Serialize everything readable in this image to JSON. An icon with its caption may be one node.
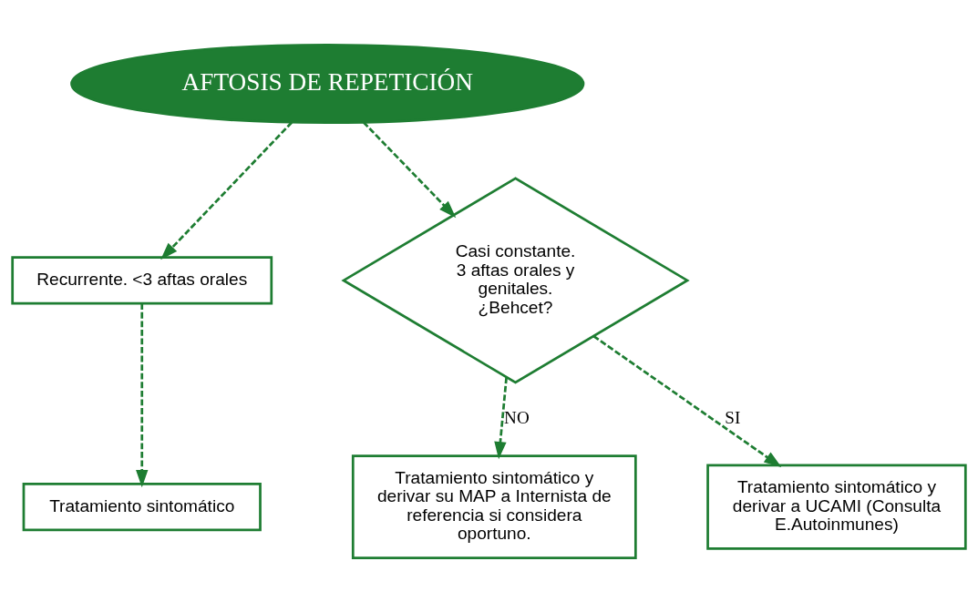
{
  "diagram": {
    "nodes": [
      {
        "text": [
          "AFTOSIS DE REPETICIÓN"
        ]
      },
      {
        "text": [
          "Recurrente. <3 aftas orales"
        ]
      },
      {
        "text": [
          "Tratamiento sintomático"
        ]
      },
      {
        "text": [
          "Casi constante. 3 aftas orales y genitales. ¿Behcet?"
        ]
      },
      {
        "text": [
          "Tratamiento sintomático y derivar su MAP a Internista de referencia si considera oportuno."
        ]
      },
      {
        "text": [
          "Tratamiento sintomático y derivar a UCAMI (Consulta E.Autoinmunes)"
        ]
      }
    ],
    "edges": [
      {
        "from": 0,
        "to": 1,
        "arrow": "to",
        "style": "dashed"
      },
      {
        "from": 0,
        "to": 3,
        "arrow": "to",
        "style": "dashed"
      },
      {
        "from": 1,
        "to": 2,
        "arrow": "to",
        "style": "dashed"
      },
      {
        "from": 3,
        "to": 4,
        "label": "NO",
        "arrow": "to",
        "style": "dashed"
      },
      {
        "from": 3,
        "to": 5,
        "label": "SI",
        "arrow": "to",
        "style": "dashed"
      }
    ]
  }
}
